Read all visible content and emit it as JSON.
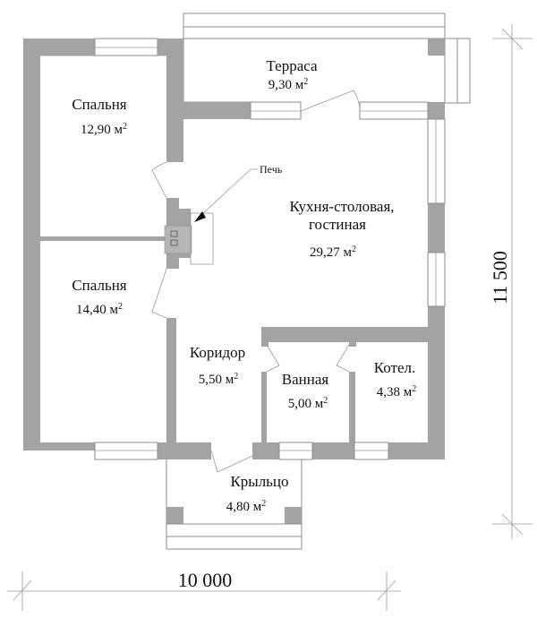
{
  "plan": {
    "rooms": [
      {
        "id": "terrace",
        "name": "Терраса",
        "area": "9,30",
        "unit": "м²"
      },
      {
        "id": "bedroom1",
        "name": "Спальня",
        "area": "12,90",
        "unit": "м²"
      },
      {
        "id": "kitchen",
        "name_line1": "Кухня-столовая,",
        "name_line2": "гостиная",
        "area": "29,27",
        "unit": "м²"
      },
      {
        "id": "bedroom2",
        "name": "Спальня",
        "area": "14,40",
        "unit": "м²"
      },
      {
        "id": "corridor",
        "name": "Коридор",
        "area": "5,50",
        "unit": "м²"
      },
      {
        "id": "bathroom",
        "name": "Ванная",
        "area": "5,00",
        "unit": "м²"
      },
      {
        "id": "boiler",
        "name": "Котел.",
        "area": "4,38",
        "unit": "м²"
      },
      {
        "id": "porch",
        "name": "Крыльцо",
        "area": "4,80",
        "unit": "м²"
      }
    ],
    "annotations": {
      "stove": "Печь"
    },
    "dimensions": {
      "width": "10 000",
      "height": "11 500"
    },
    "colors": {
      "wall": "#a3a3a3",
      "line": "#8c8c8c",
      "text": "#111111"
    }
  }
}
